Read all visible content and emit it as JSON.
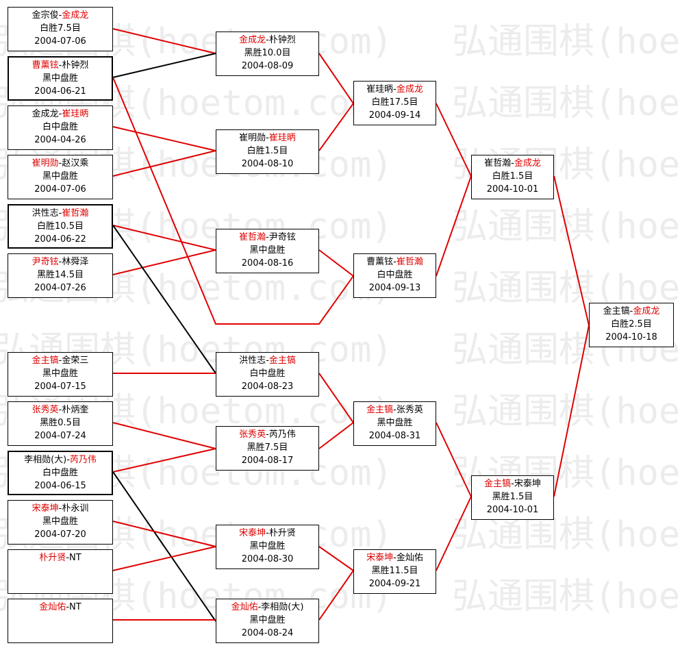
{
  "watermark": "弘通围棋(hoetom.com)",
  "games": [
    {
      "id": "r1-1",
      "p1": "金宗俊",
      "p2": "金成龙",
      "winner": 2,
      "result": "白胜7.5目",
      "date": "2004-07-06",
      "bold": false
    },
    {
      "id": "r1-2",
      "p1": "曹薰铉",
      "p2": "朴钟烈",
      "winner": 1,
      "result": "黑中盘胜",
      "date": "2004-06-21",
      "bold": true
    },
    {
      "id": "r1-3",
      "p1": "金成龙",
      "p2": "崔珪昞",
      "winner": 2,
      "result": "白中盘胜",
      "date": "2004-04-26",
      "bold": false
    },
    {
      "id": "r1-4",
      "p1": "崔明勋",
      "p2": "赵汉乘",
      "winner": 1,
      "result": "黑中盘胜",
      "date": "2004-07-06",
      "bold": false
    },
    {
      "id": "r1-5",
      "p1": "洪性志",
      "p2": "崔哲瀚",
      "winner": 2,
      "result": "白胜10.5目",
      "date": "2004-06-22",
      "bold": true
    },
    {
      "id": "r1-6",
      "p1": "尹奇铉",
      "p2": "林舜泽",
      "winner": 1,
      "result": "黑胜14.5目",
      "date": "2004-07-26",
      "bold": false
    },
    {
      "id": "r1-7",
      "p1": "金主镐",
      "p2": "金荣三",
      "winner": 1,
      "result": "黑中盘胜",
      "date": "2004-07-15",
      "bold": false
    },
    {
      "id": "r1-8",
      "p1": "张秀英",
      "p2": "朴炳奎",
      "winner": 1,
      "result": "黑胜0.5目",
      "date": "2004-07-24",
      "bold": false
    },
    {
      "id": "r1-9",
      "p1": "李相勋(大)",
      "p2": "芮乃伟",
      "winner": 2,
      "result": "白中盘胜",
      "date": "2004-06-15",
      "bold": true
    },
    {
      "id": "r1-10",
      "p1": "宋泰坤",
      "p2": "朴永训",
      "winner": 1,
      "result": "黑中盘胜",
      "date": "2004-07-20",
      "bold": false
    },
    {
      "id": "r1-11",
      "p1": "朴升贤",
      "p2": "NT",
      "winner": 1,
      "result": "",
      "date": "",
      "bold": false
    },
    {
      "id": "r1-12",
      "p1": "金灿佑",
      "p2": "NT",
      "winner": 1,
      "result": "",
      "date": "",
      "bold": false
    },
    {
      "id": "r2-1",
      "p1": "金成龙",
      "p2": "朴钟烈",
      "winner": 1,
      "result": "黑胜10.0目",
      "date": "2004-08-09",
      "bold": false
    },
    {
      "id": "r2-2",
      "p1": "崔明勋",
      "p2": "崔珪昞",
      "winner": 2,
      "result": "白胜1.5目",
      "date": "2004-08-10",
      "bold": false
    },
    {
      "id": "r2-3",
      "p1": "崔哲瀚",
      "p2": "尹奇铉",
      "winner": 1,
      "result": "黑中盘胜",
      "date": "2004-08-16",
      "bold": false
    },
    {
      "id": "r2-4",
      "p1": "洪性志",
      "p2": "金主镐",
      "winner": 2,
      "result": "白中盘胜",
      "date": "2004-08-23",
      "bold": false
    },
    {
      "id": "r2-5",
      "p1": "张秀英",
      "p2": "芮乃伟",
      "winner": 1,
      "result": "黑胜7.5目",
      "date": "2004-08-17",
      "bold": false
    },
    {
      "id": "r2-6",
      "p1": "宋泰坤",
      "p2": "朴升贤",
      "winner": 1,
      "result": "黑中盘胜",
      "date": "2004-08-30",
      "bold": false
    },
    {
      "id": "r2-7",
      "p1": "金灿佑",
      "p2": "李相勋(大)",
      "winner": 1,
      "result": "黑中盘胜",
      "date": "2004-08-24",
      "bold": false
    },
    {
      "id": "r3-1",
      "p1": "崔珪昞",
      "p2": "金成龙",
      "winner": 2,
      "result": "白胜17.5目",
      "date": "2004-09-14",
      "bold": false
    },
    {
      "id": "r3-2",
      "p1": "曹薰铉",
      "p2": "崔哲瀚",
      "winner": 2,
      "result": "白中盘胜",
      "date": "2004-09-13",
      "bold": false
    },
    {
      "id": "r3-3",
      "p1": "金主镐",
      "p2": "张秀英",
      "winner": 1,
      "result": "黑中盘胜",
      "date": "2004-08-31",
      "bold": false
    },
    {
      "id": "r3-4",
      "p1": "宋泰坤",
      "p2": "金灿佑",
      "winner": 1,
      "result": "黑胜11.5目",
      "date": "2004-09-21",
      "bold": false
    },
    {
      "id": "sf-1",
      "p1": "崔哲瀚",
      "p2": "金成龙",
      "winner": 2,
      "result": "白胜1.5目",
      "date": "2004-10-01",
      "bold": false
    },
    {
      "id": "sf-2",
      "p1": "金主镐",
      "p2": "宋泰坤",
      "winner": 1,
      "result": "黑胜1.5目",
      "date": "2004-10-01",
      "bold": false
    },
    {
      "id": "final",
      "p1": "金主镐",
      "p2": "金成龙",
      "winner": 2,
      "result": "白胜2.5目",
      "date": "2004-10-18",
      "bold": false
    }
  ],
  "colors": {
    "winner_text": "#e00000",
    "winner_line": "#e00000",
    "loser_line": "#000000",
    "watermark": "#ececec"
  }
}
